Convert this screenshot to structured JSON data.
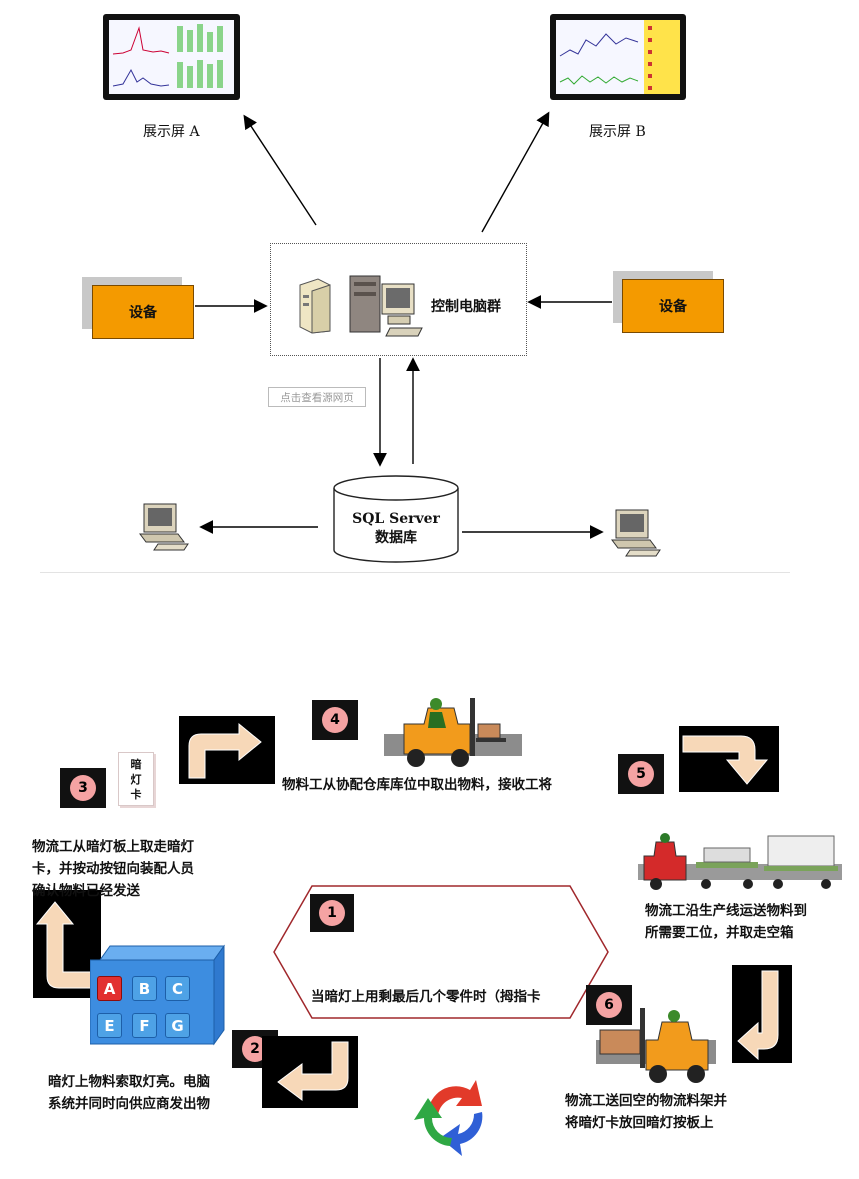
{
  "top": {
    "screen_a_caption": "展示屏 A",
    "screen_b_caption": "展示屏 B",
    "left_device": "设备",
    "right_device": "设备",
    "cluster_label": "控制电脑群",
    "watermark": "点击查看源网页",
    "database_line1": "SQL Server",
    "database_line2": "数据库"
  },
  "bottom": {
    "badges": [
      "1",
      "2",
      "3",
      "4",
      "5",
      "6"
    ],
    "step1": "当暗灯上用剩最后几个零件时（拇指卡",
    "step2_line1": "暗灯上物料索取灯亮。电脑",
    "step2_line2": "系统并同时向供应商发出物",
    "step3_line1": "物流工从暗灯板上取走暗灯",
    "step3_line2": "卡，并按动按钮向装配人员",
    "step3_line3": "确认物料已经发送",
    "step4": "物料工从协配仓库库位中取出物料，接收工将",
    "step5_line1": "物流工沿生产线运送物料到",
    "step5_line2": "所需要工位，并取走空箱",
    "step6_line1": "物流工送回空的物流料架并",
    "step6_line2": "将暗灯卡放回暗灯按板上",
    "card_text": [
      "暗",
      "灯",
      "卡"
    ],
    "panel_keys_row1": [
      "A",
      "B",
      "C"
    ],
    "panel_keys_row2": [
      "E",
      "F",
      "G"
    ]
  },
  "colors": {
    "device_orange": "#f49a00",
    "badge_pink": "#f5a3a3",
    "key_blue": "#4ea2e6",
    "key_red": "#e23030",
    "hexagon_stroke": "#a0282c"
  }
}
